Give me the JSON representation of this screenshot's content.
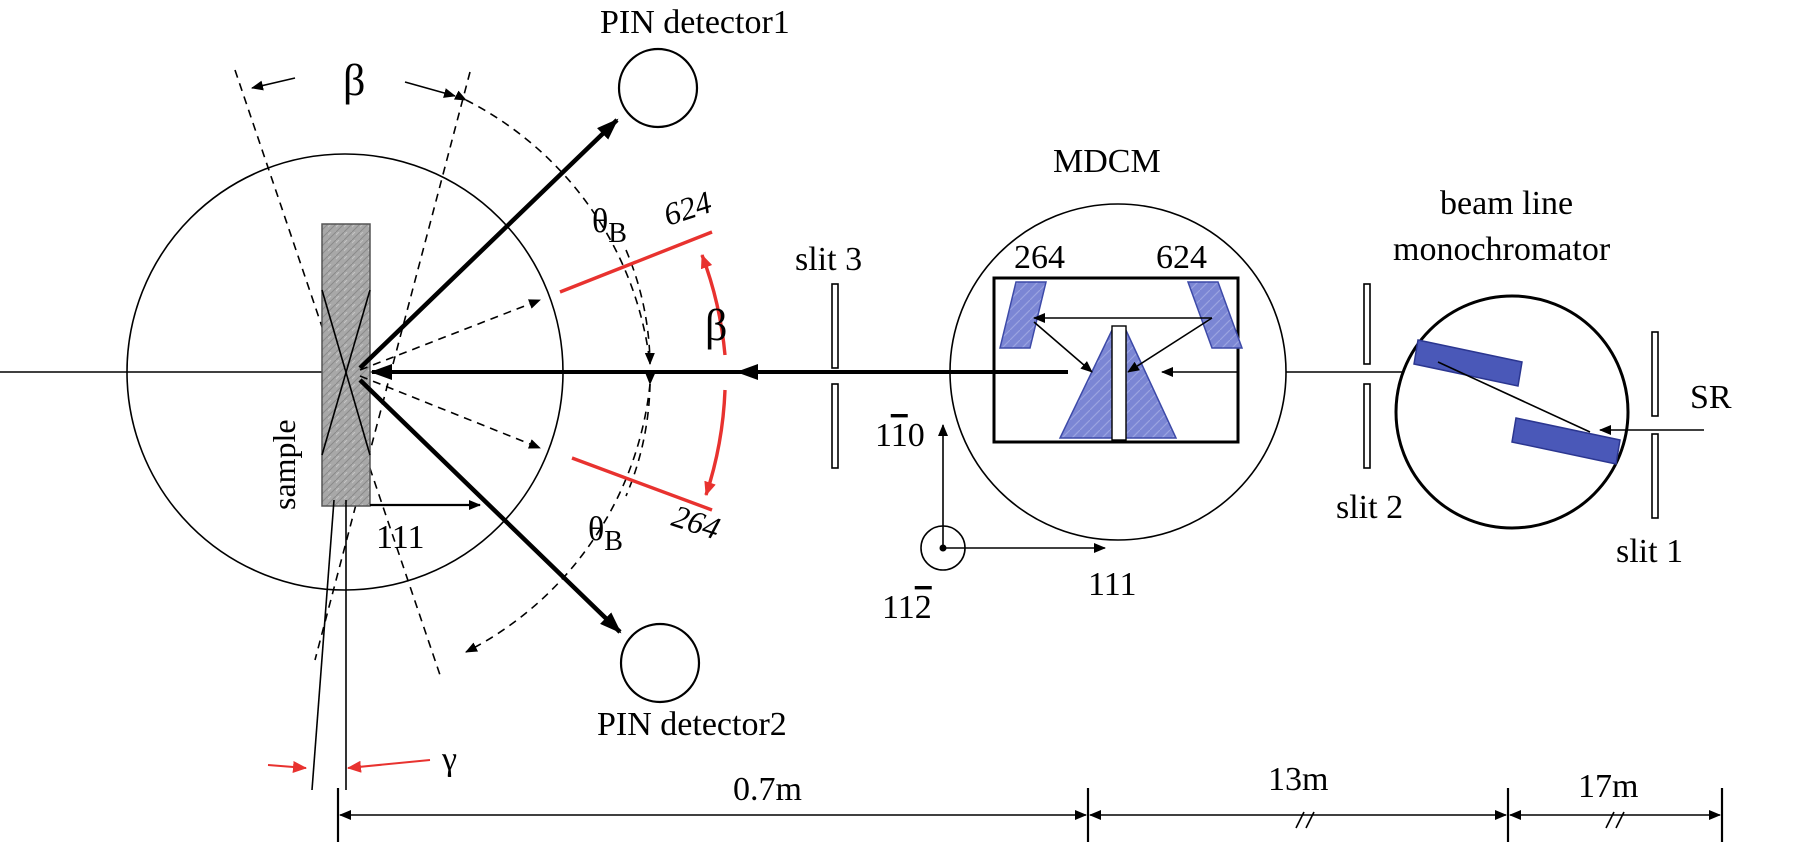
{
  "labels": {
    "pin_detector_1": "PIN detector1",
    "pin_detector_2": "PIN detector2",
    "beta_top": "β",
    "beta_mid": "β",
    "theta_b_top": "θB",
    "theta_b_bottom": "θB",
    "reflection_624_red": "624",
    "reflection_264_red": "264",
    "sample": "sample",
    "direction_111_sample": "111",
    "gamma": "γ",
    "slit3": "slit 3",
    "mdcm": "MDCM",
    "mdcm_264": "264",
    "mdcm_624": "624",
    "axis_1_1bar_0": "11̄0",
    "axis_1_1_2bar": "112̄",
    "axis_111": "111",
    "slit2": "slit 2",
    "beam_line_monochromator_1": "beam line",
    "beam_line_monochromator_2": "monochromator",
    "slit1": "slit 1",
    "sr": "SR",
    "dist_07m": "0.7m",
    "dist_13m": "13m",
    "dist_17m": "17m"
  },
  "colors": {
    "ink": "#000000",
    "reflection_red": "#e8322f",
    "crystal_blue": "#7b86d4",
    "crystal_dark_blue": "#4a58b8",
    "sample_gray": "#a9a9a9"
  }
}
